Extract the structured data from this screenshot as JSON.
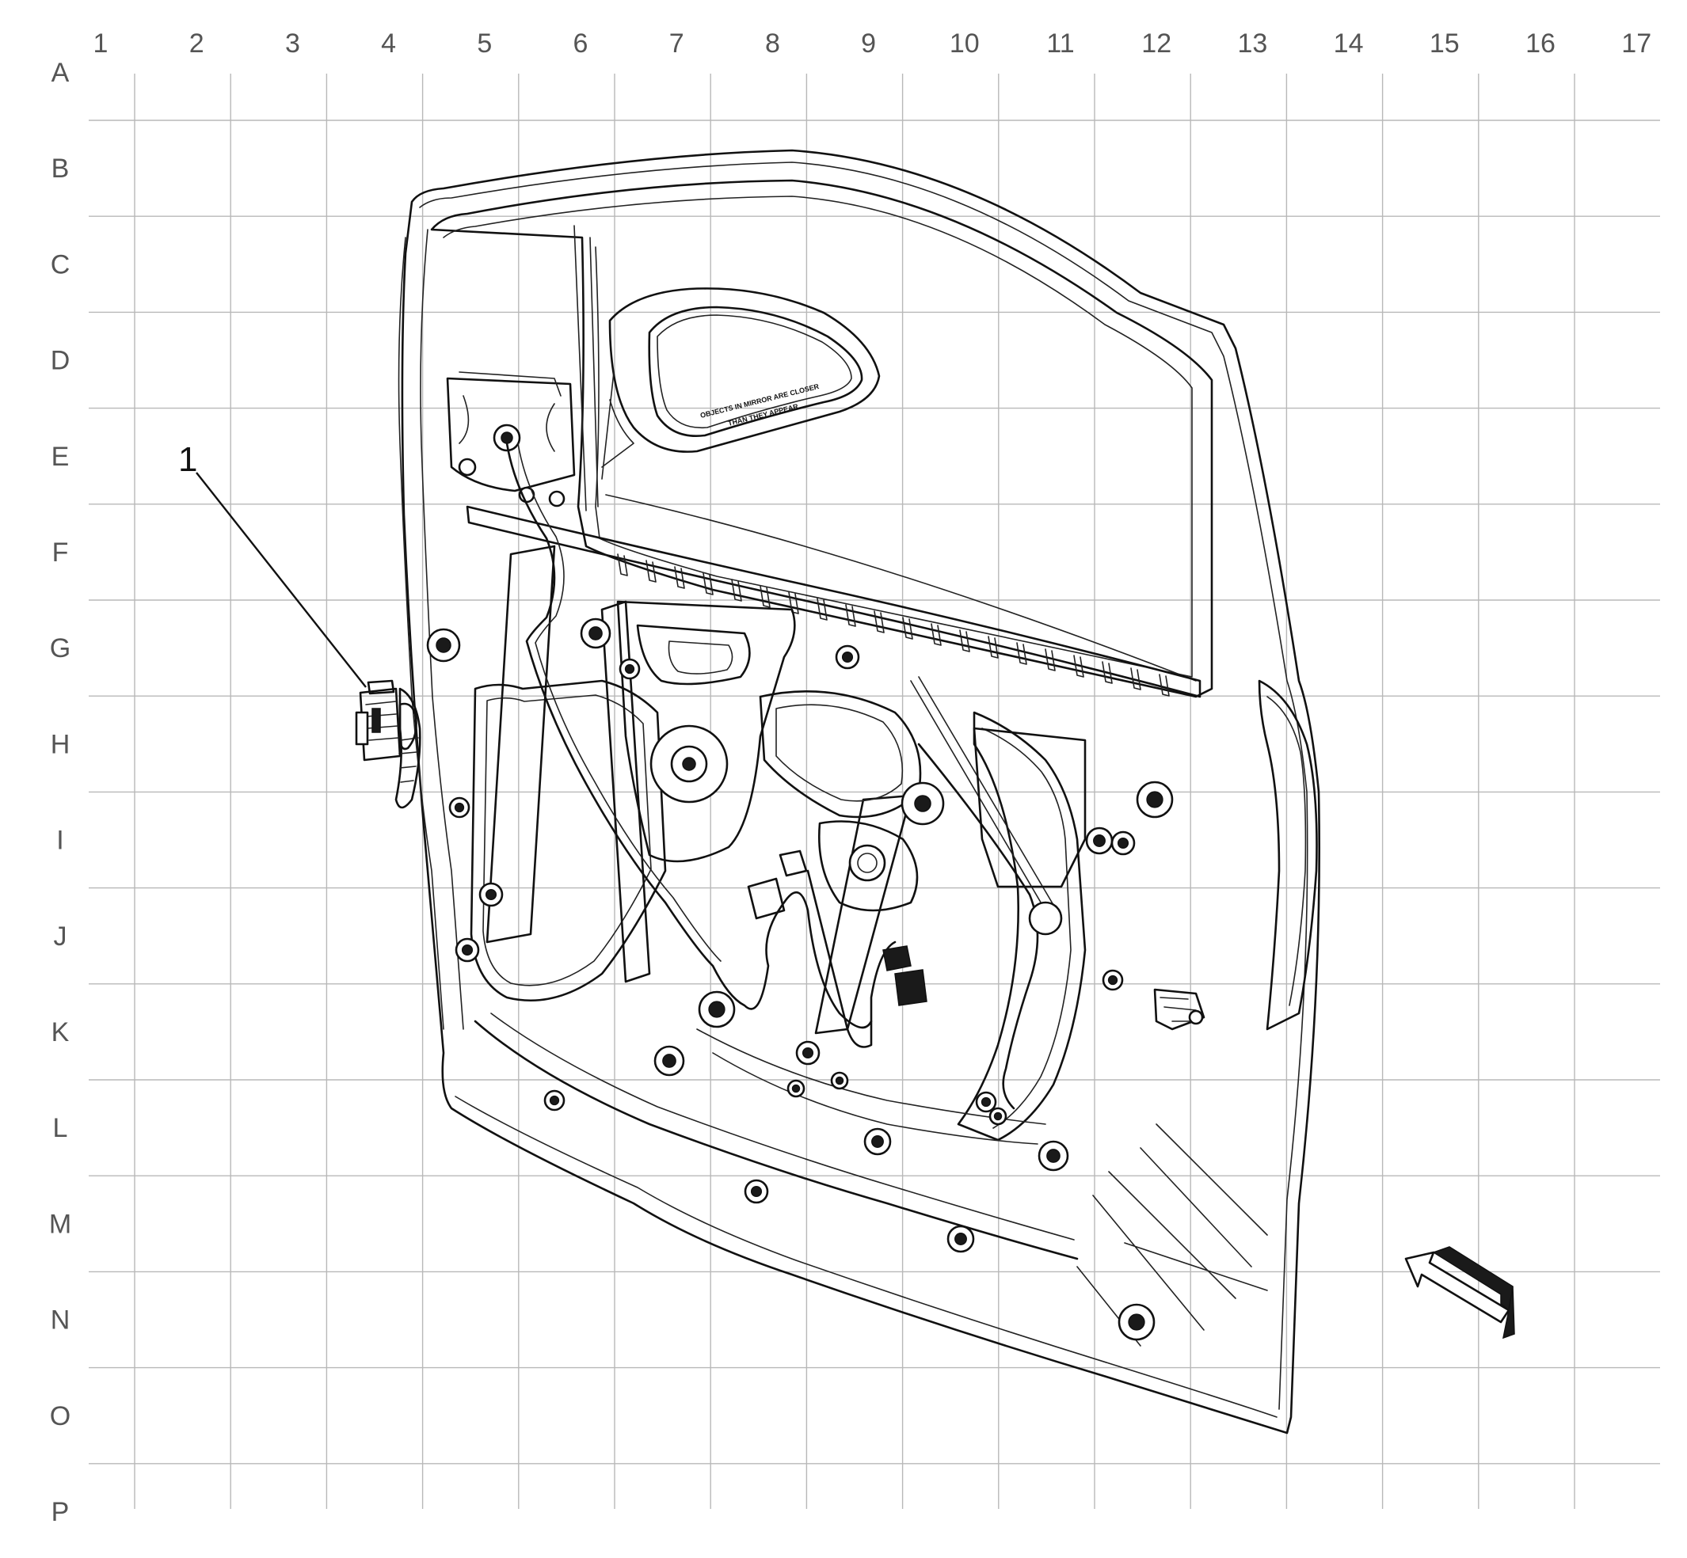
{
  "grid": {
    "columns": [
      "1",
      "2",
      "3",
      "4",
      "5",
      "6",
      "7",
      "8",
      "9",
      "10",
      "11",
      "12",
      "13",
      "14",
      "15",
      "16",
      "17"
    ],
    "rows": [
      "A",
      "B",
      "C",
      "D",
      "E",
      "F",
      "G",
      "H",
      "I",
      "J",
      "K",
      "L",
      "M",
      "N",
      "O",
      "P"
    ]
  },
  "callouts": [
    {
      "number": "1"
    }
  ],
  "mirror_warning": {
    "line1": "OBJECTS IN MIRROR ARE CLOSER",
    "line2": "THAN THEY APPEAR"
  },
  "colors": {
    "line": "#111111",
    "grid": "#b8b8b8",
    "grid_label": "#555555"
  },
  "icons": {
    "view_arrow": "view-direction-arrow-icon",
    "connector": "electrical-connector-icon"
  }
}
